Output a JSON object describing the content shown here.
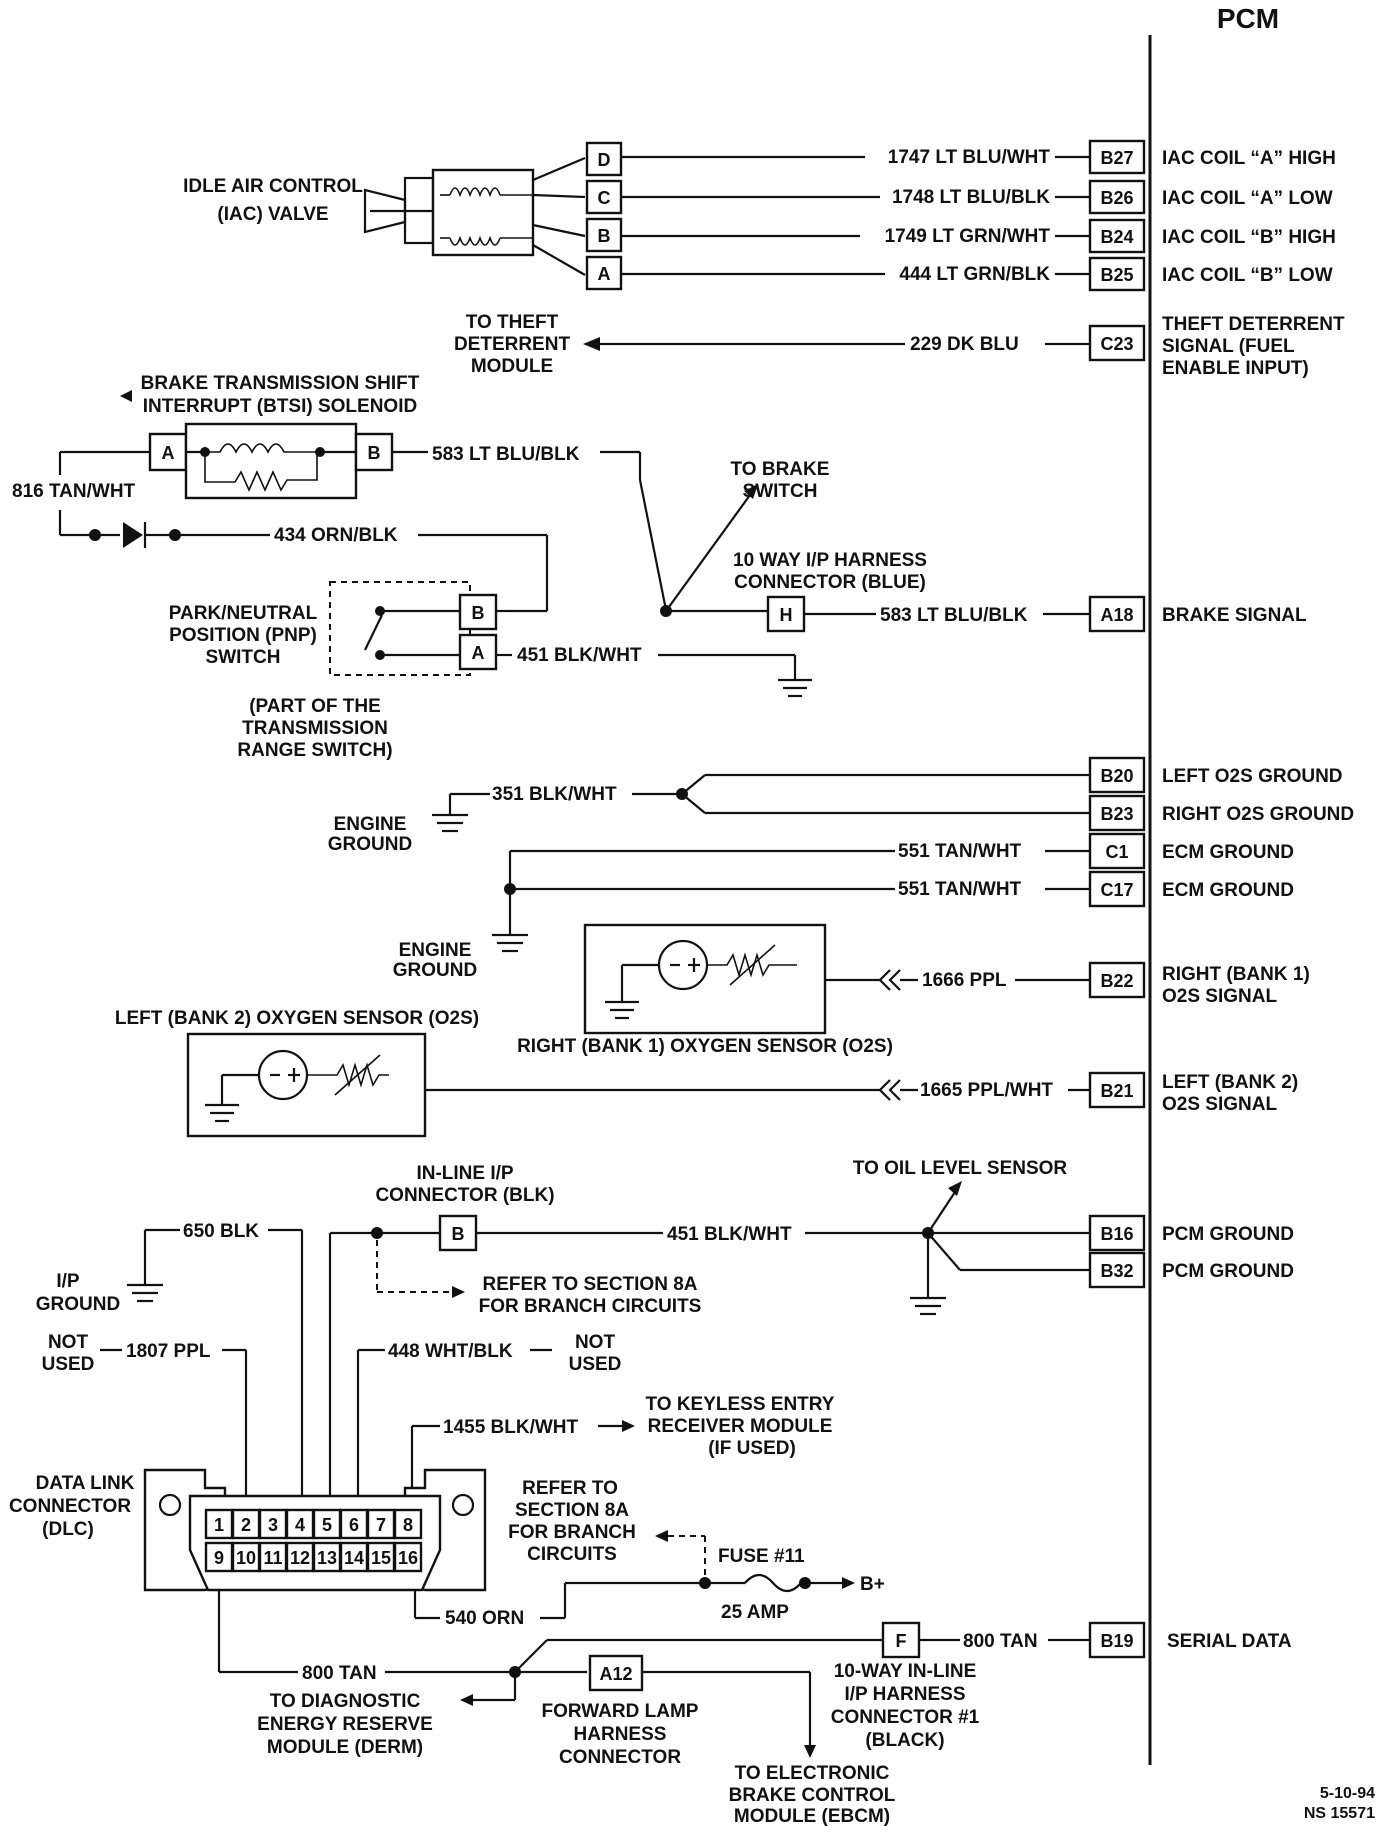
{
  "pcm_title": "PCM",
  "iac": {
    "component": [
      "IDLE AIR CONTROL",
      "(IAC) VALVE"
    ],
    "pins": [
      "D",
      "C",
      "B",
      "A"
    ],
    "wires": [
      "1747 LT BLU/WHT",
      "1748 LT BLU/BLK",
      "1749 LT GRN/WHT",
      "444 LT GRN/BLK"
    ],
    "pcm_pins": [
      "B27",
      "B26",
      "B24",
      "B25"
    ],
    "signals": [
      "IAC COIL “A” HIGH",
      "IAC COIL “A” LOW",
      "IAC COIL “B” HIGH",
      "IAC COIL “B” LOW"
    ]
  },
  "theft": {
    "module": [
      "TO THEFT",
      "DETERRENT",
      "MODULE"
    ],
    "wire": "229 DK BLU",
    "pcm_pin": "C23",
    "signal": [
      "THEFT DETERRENT",
      "SIGNAL (FUEL",
      "ENABLE INPUT)"
    ]
  },
  "btsi": {
    "title": [
      "BRAKE TRANSMISSION SHIFT",
      "INTERRUPT (BTSI) SOLENOID"
    ],
    "pin_a": "A",
    "pin_b": "B",
    "wire_816": "816 TAN/WHT",
    "wire_583": "583 LT BLU/BLK",
    "wire_434": "434 ORN/BLK"
  },
  "brake": {
    "to_switch": [
      "TO BRAKE",
      "SWITCH"
    ],
    "connector_label": [
      "10 WAY I/P HARNESS",
      "CONNECTOR (BLUE)"
    ],
    "connector_pin": "H",
    "wire": "583 LT BLU/BLK",
    "pcm_pin": "A18",
    "signal": "BRAKE SIGNAL"
  },
  "pnp": {
    "label": [
      "PARK/NEUTRAL",
      "POSITION (PNP)",
      "SWITCH"
    ],
    "note": [
      "(PART OF THE",
      "TRANSMISSION",
      "RANGE SWITCH)"
    ],
    "pin_b": "B",
    "pin_a": "A",
    "wire": "451 BLK/WHT"
  },
  "grounds": {
    "o2s_wire": "351 BLK/WHT",
    "engine_ground": [
      "ENGINE",
      "GROUND"
    ],
    "o2s_pins": [
      "B20",
      "B23"
    ],
    "o2s_signals": [
      "LEFT O2S GROUND",
      "RIGHT O2S GROUND"
    ],
    "ecm_wire": "551 TAN/WHT",
    "ecm_pins": [
      "C1",
      "C17"
    ],
    "ecm_signals": [
      "ECM GROUND",
      "ECM GROUND"
    ]
  },
  "o2s_right": {
    "label": "RIGHT (BANK 1) OXYGEN SENSOR (O2S)",
    "wire": "1666 PPL",
    "pcm_pin": "B22",
    "signal": [
      "RIGHT (BANK 1)",
      "O2S SIGNAL"
    ]
  },
  "o2s_left": {
    "label": "LEFT (BANK 2) OXYGEN SENSOR (O2S)",
    "wire": "1665 PPL/WHT",
    "pcm_pin": "B21",
    "signal": [
      "LEFT (BANK 2)",
      "O2S SIGNAL"
    ]
  },
  "pcm_ground": {
    "inline_label": [
      "IN-LINE I/P",
      "CONNECTOR (BLK)"
    ],
    "inline_pin": "B",
    "wire": "451 BLK/WHT",
    "to_oil": "TO OIL LEVEL SENSOR",
    "pcm_pins": [
      "B16",
      "B32"
    ],
    "signals": [
      "PCM GROUND",
      "PCM GROUND"
    ],
    "refer": [
      "REFER TO SECTION 8A",
      "FOR BRANCH CIRCUITS"
    ]
  },
  "dlc": {
    "label": [
      "DATA LINK",
      "CONNECTOR",
      "(DLC)"
    ],
    "pins_top": [
      "1",
      "2",
      "3",
      "4",
      "5",
      "6",
      "7",
      "8"
    ],
    "pins_bottom": [
      "9",
      "10",
      "11",
      "12",
      "13",
      "14",
      "15",
      "16"
    ],
    "wire_650": "650 BLK",
    "ip_ground": [
      "I/P",
      "GROUND"
    ],
    "not_used": [
      "NOT",
      "USED"
    ],
    "wire_1807": "1807 PPL",
    "wire_448": "448 WHT/BLK",
    "wire_1455": "1455 BLK/WHT",
    "keyless": [
      "TO KEYLESS ENTRY",
      "RECEIVER MODULE",
      "(IF USED)"
    ],
    "refer": [
      "REFER TO",
      "SECTION 8A",
      "FOR BRANCH",
      "CIRCUITS"
    ],
    "fuse": "FUSE #11",
    "fuse_amp": "25 AMP",
    "bplus": "B+",
    "wire_540": "540 ORN",
    "wire_800": "800 TAN"
  },
  "serial": {
    "connector_pin": "F",
    "wire": "800 TAN",
    "pcm_pin": "B19",
    "signal": "SERIAL DATA",
    "derm": [
      "TO DIAGNOSTIC",
      "ENERGY RESERVE",
      "MODULE (DERM)"
    ],
    "lamp_pin": "A12",
    "lamp": [
      "FORWARD LAMP",
      "HARNESS",
      "CONNECTOR"
    ],
    "connector_label": [
      "10-WAY IN-LINE",
      "I/P HARNESS",
      "CONNECTOR #1",
      "(BLACK)"
    ],
    "ebcm": [
      "TO ELECTRONIC",
      "BRAKE CONTROL",
      "MODULE (EBCM)"
    ]
  },
  "footer": [
    "5-10-94",
    "NS 15571"
  ]
}
